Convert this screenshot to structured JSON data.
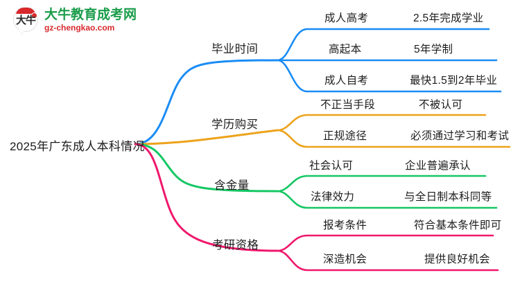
{
  "logo": {
    "mark_text": "大牛",
    "title": "大牛教育成考网",
    "url": "gz-chengkao.com",
    "brand_green": "#1a9c4a",
    "brand_red": "#d8282c"
  },
  "mindmap": {
    "type": "mindmap",
    "root": "2025年广东成人本科情况",
    "branches": [
      {
        "label": "毕业时间",
        "color": "#1a8cf5",
        "children": [
          {
            "label": "成人高考",
            "detail": "2.5年完成学业"
          },
          {
            "label": "高起本",
            "detail": "5年学制"
          },
          {
            "label": "成人自考",
            "detail": "最快1.5到2年毕业"
          }
        ]
      },
      {
        "label": "学历购买",
        "color": "#eda21a",
        "children": [
          {
            "label": "不正当手段",
            "detail": "不被认可"
          },
          {
            "label": "正规途径",
            "detail": "必须通过学习和考试"
          }
        ]
      },
      {
        "label": "含金量",
        "color": "#15c764",
        "children": [
          {
            "label": "社会认可",
            "detail": "企业普遍承认"
          },
          {
            "label": "法律效力",
            "detail": "与全日制本科同等"
          }
        ]
      },
      {
        "label": "考研资格",
        "color": "#f0176b",
        "children": [
          {
            "label": "报考条件",
            "detail": "符合基本条件即可"
          },
          {
            "label": "深造机会",
            "detail": "提供良好机会"
          }
        ]
      }
    ]
  }
}
